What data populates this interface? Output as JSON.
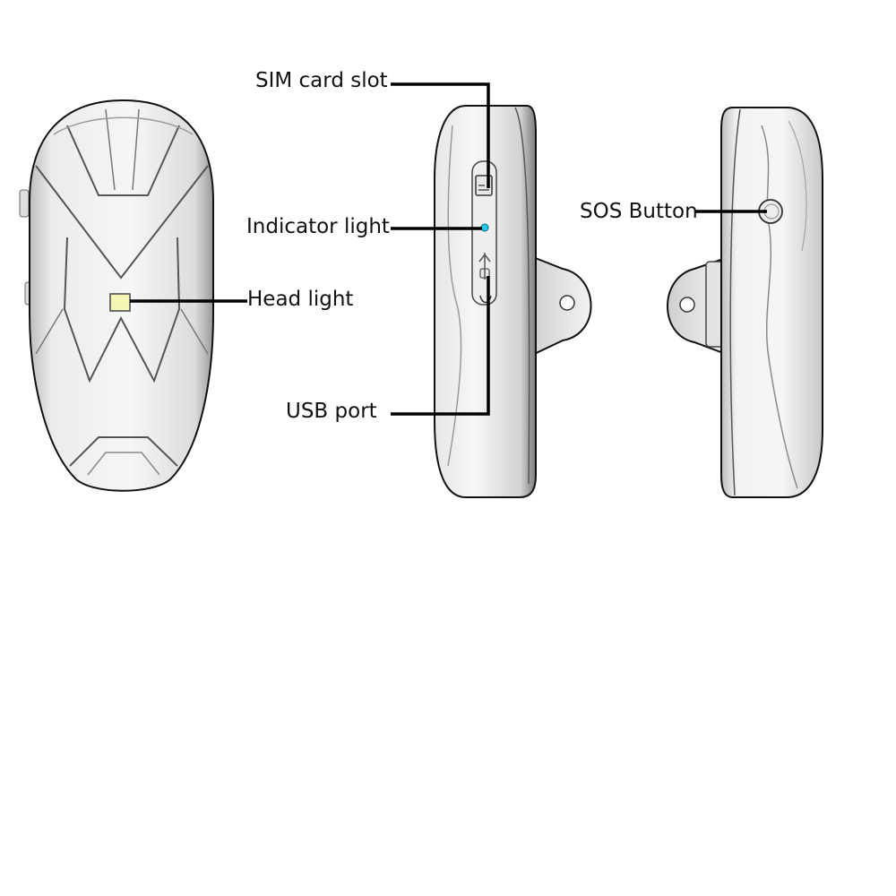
{
  "labels": {
    "sim_card_slot": "SIM card slot",
    "indicator_light": "Indicator light",
    "head_light": "Head light",
    "usb_port": "USB port",
    "sos_button": "SOS Button"
  },
  "colors": {
    "body_light": "#f2f2f2",
    "body_mid": "#d6d6d6",
    "body_dark": "#8a8a8a",
    "outline": "#111111",
    "leader": "#000000",
    "head_light": "#f3f6b4",
    "indicator": "#21c6e8"
  },
  "icons": {
    "sim": "sim-card-icon",
    "usb": "usb-icon"
  }
}
